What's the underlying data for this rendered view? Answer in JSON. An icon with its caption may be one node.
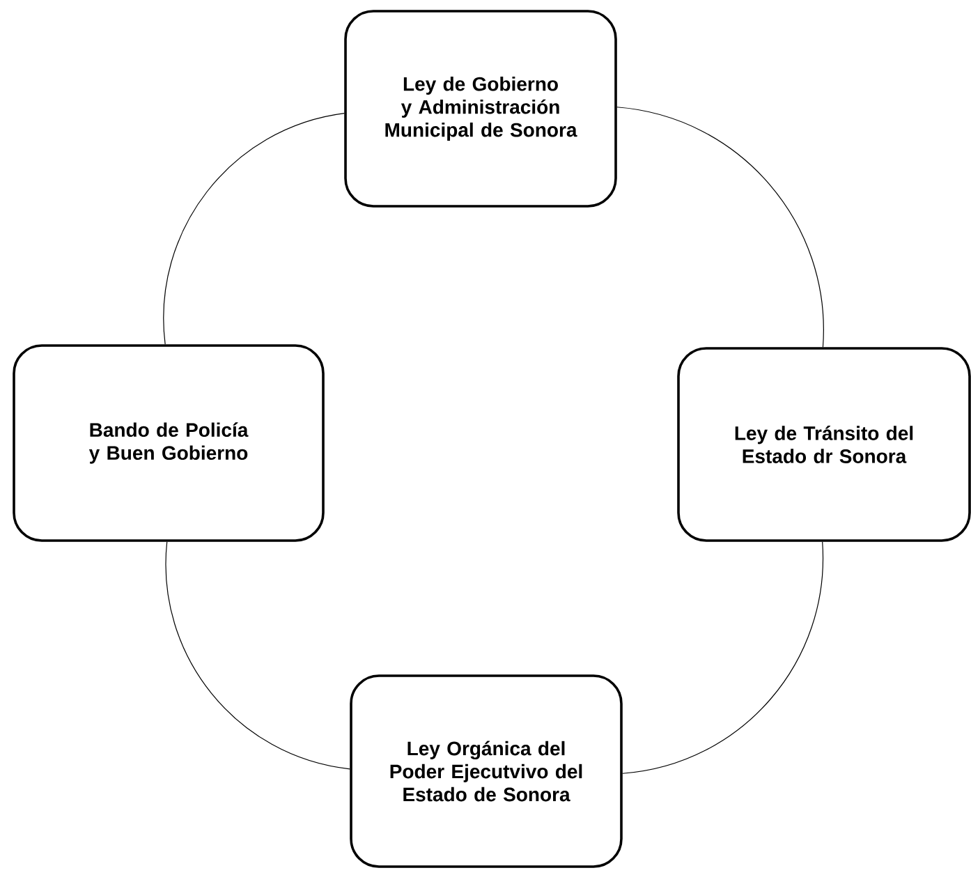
{
  "diagram": {
    "nodes": [
      {
        "text": [
          "Ley de Gobierno y Administración Municipal de Sonora"
        ]
      },
      {
        "text": [
          "Bando de Policía y Buen Gobierno"
        ]
      },
      {
        "text": [
          "Ley de Tránsito del Estado dr Sonora"
        ]
      },
      {
        "text": [
          "Ley Orgánica del Poder Ejecutvivo del Estado de Sonora"
        ]
      }
    ],
    "edges": [
      {
        "from": 0,
        "to": 2,
        "arrow": "none"
      },
      {
        "from": 2,
        "to": 3,
        "arrow": "none"
      },
      {
        "from": 3,
        "to": 1,
        "arrow": "none"
      },
      {
        "from": 1,
        "to": 0,
        "arrow": "none"
      }
    ]
  }
}
